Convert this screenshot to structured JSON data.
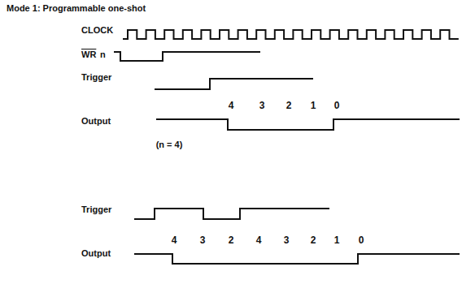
{
  "diagram": {
    "title": "Mode 1: Programmable one-shot",
    "labels": [
      "CLOCK",
      "WR",
      "n",
      "Trigger",
      "Output",
      "4",
      "3",
      "2",
      "1",
      "0",
      "(n = 4)",
      "Trigger",
      "Output",
      "4",
      "3",
      "2",
      "4",
      "3",
      "2",
      "1",
      "0"
    ]
  }
}
